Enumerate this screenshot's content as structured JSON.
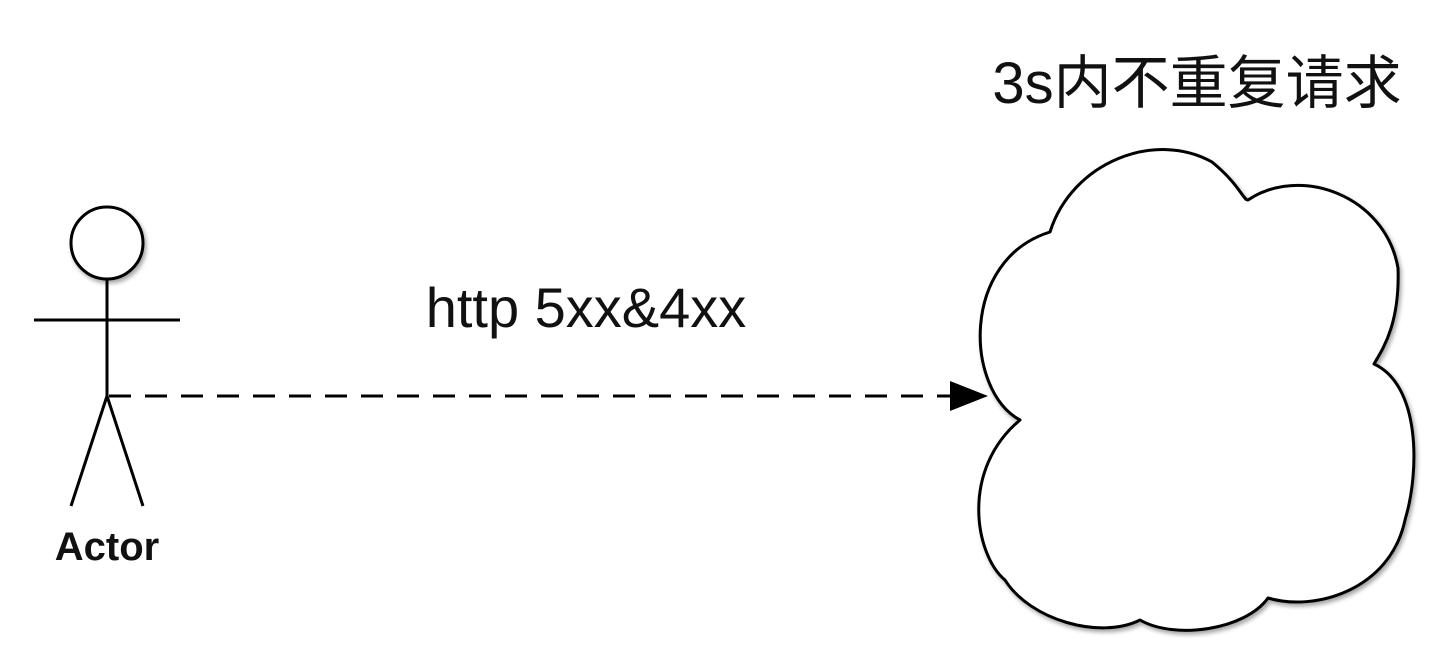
{
  "diagram": {
    "actor": {
      "label": "Actor"
    },
    "connector": {
      "label": "http 5xx&4xx",
      "style": "dashed",
      "arrowhead": "filled-triangle"
    },
    "cloud": {
      "label": "3s内不重复请求"
    },
    "colors": {
      "stroke": "#000000",
      "background": "#ffffff",
      "text": "#111111"
    }
  }
}
